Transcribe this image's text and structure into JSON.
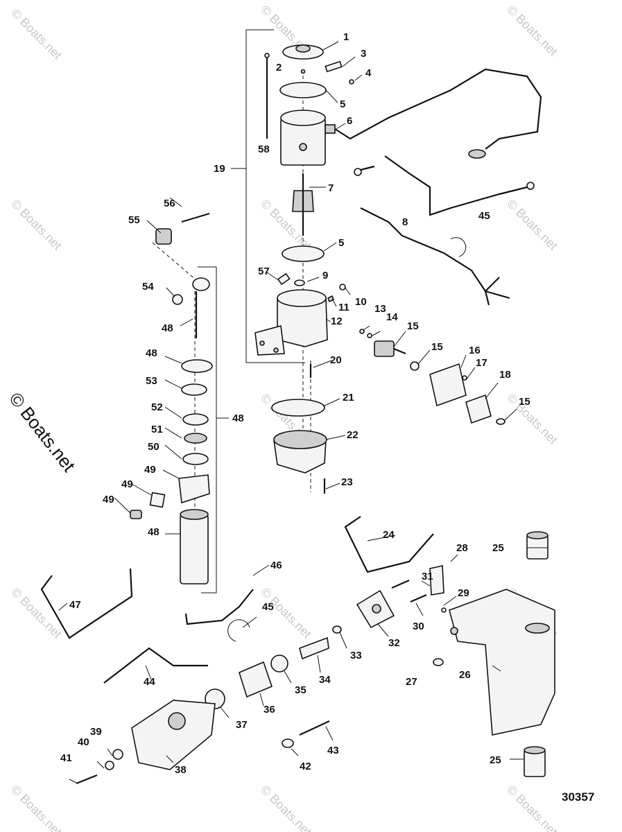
{
  "watermark": "© Boats.net",
  "drawing_number": "30357",
  "callouts": {
    "c1": "1",
    "c2": "2",
    "c3": "3",
    "c4": "4",
    "c5a": "5",
    "c5b": "5",
    "c6": "6",
    "c7": "7",
    "c8": "8",
    "c9": "9",
    "c10": "10",
    "c11": "11",
    "c12": "12",
    "c13": "13",
    "c14": "14",
    "c15a": "15",
    "c15b": "15",
    "c15c": "15",
    "c16": "16",
    "c17": "17",
    "c18": "18",
    "c19": "19",
    "c20": "20",
    "c21": "21",
    "c22": "22",
    "c23": "23",
    "c24": "24",
    "c25a": "25",
    "c25b": "25",
    "c26": "26",
    "c27": "27",
    "c28": "28",
    "c29": "29",
    "c30": "30",
    "c31": "31",
    "c32": "32",
    "c33": "33",
    "c34": "34",
    "c35": "35",
    "c36": "36",
    "c37": "37",
    "c38": "38",
    "c39": "39",
    "c40": "40",
    "c41": "41",
    "c42": "42",
    "c43": "43",
    "c44": "44",
    "c45a": "45",
    "c45b": "45",
    "c46": "46",
    "c47": "47",
    "c48a": "48",
    "c48b": "48",
    "c48c": "48",
    "c48d": "48",
    "c49a": "49",
    "c49b": "49",
    "c49c": "49",
    "c50": "50",
    "c51": "51",
    "c52": "52",
    "c53": "53",
    "c54": "54",
    "c55": "55",
    "c56": "56",
    "c57": "57",
    "c58": "58"
  }
}
